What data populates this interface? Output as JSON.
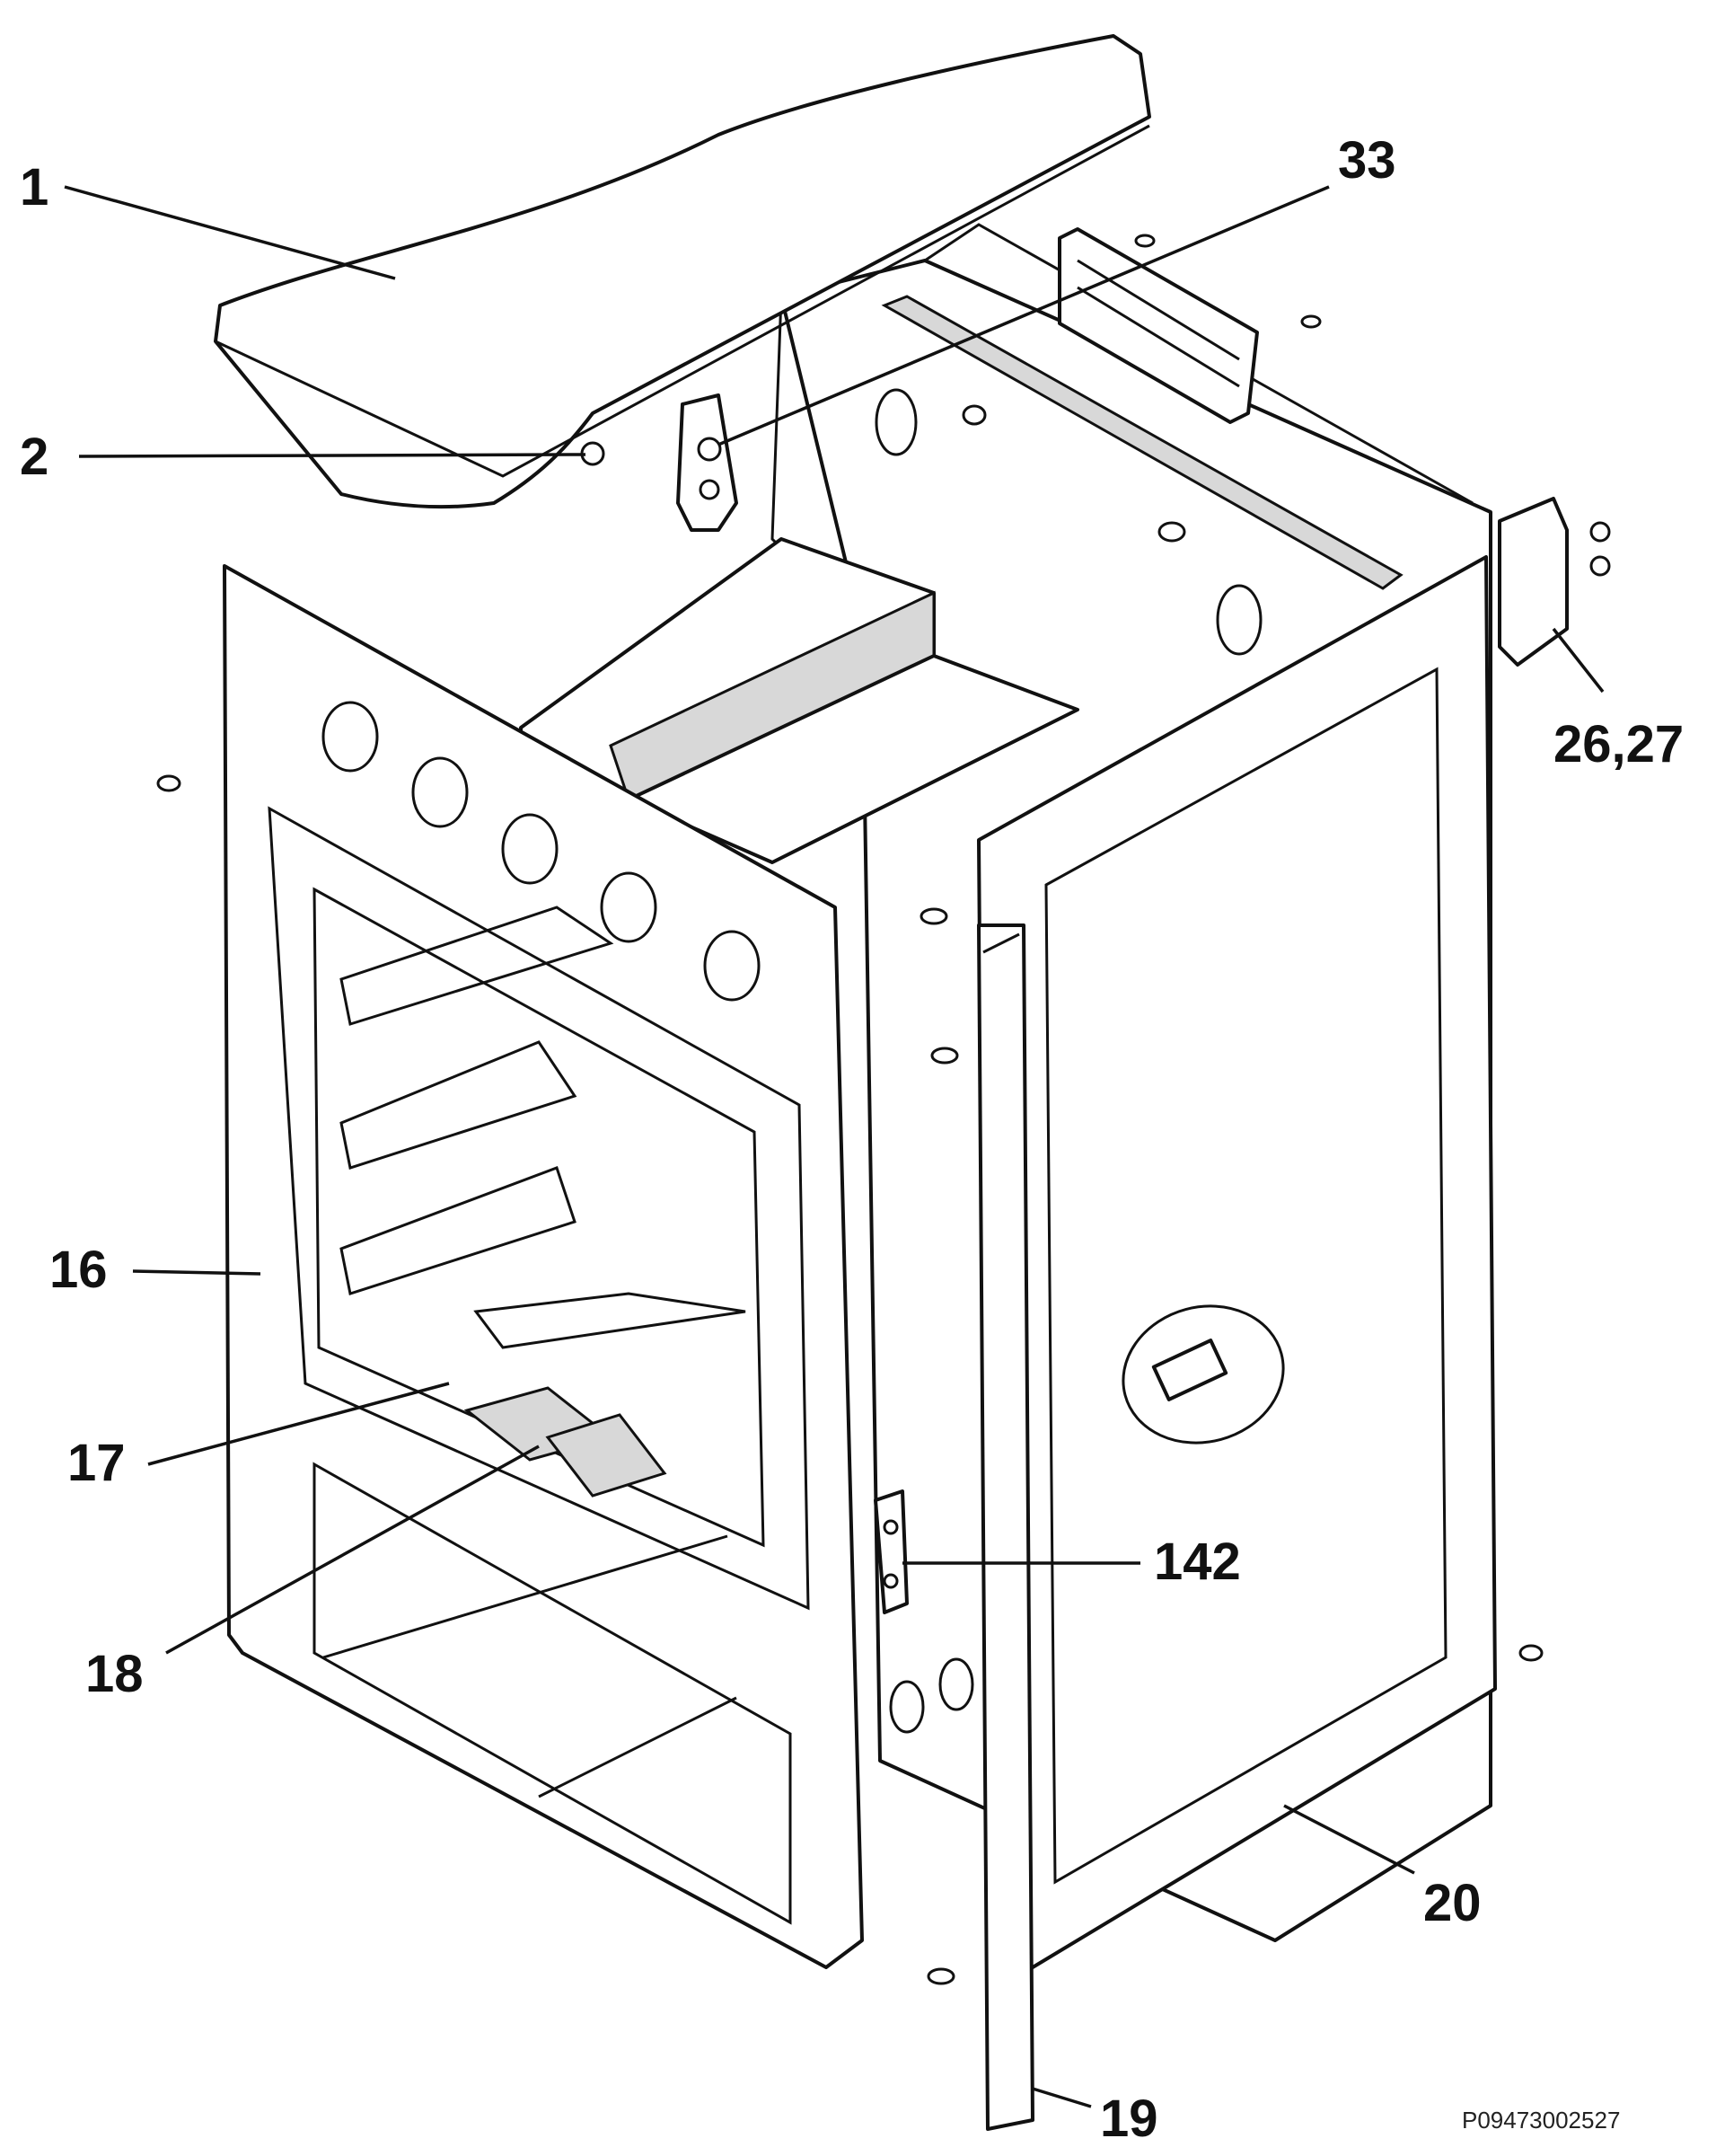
{
  "callouts": [
    {
      "id": "c1",
      "text": "1"
    },
    {
      "id": "c2",
      "text": "2"
    },
    {
      "id": "c33",
      "text": "33"
    },
    {
      "id": "c2627",
      "text": "26,27"
    },
    {
      "id": "c16",
      "text": "16"
    },
    {
      "id": "c17",
      "text": "17"
    },
    {
      "id": "c18",
      "text": "18"
    },
    {
      "id": "c142",
      "text": "142"
    },
    {
      "id": "c20",
      "text": "20"
    },
    {
      "id": "c19",
      "text": "19"
    }
  ],
  "drawing_code": "P09473002527"
}
